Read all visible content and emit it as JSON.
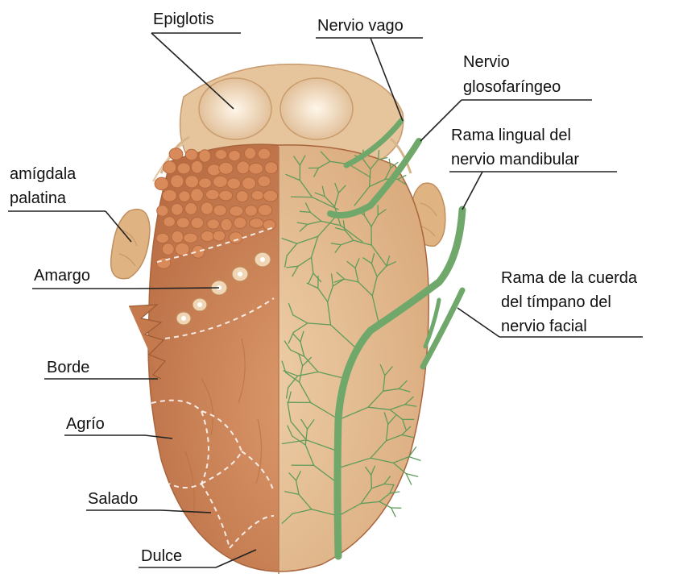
{
  "labels": {
    "epiglotis": "Epiglotis",
    "nervio_vago": "Nervio vago",
    "glosofaringeo_1": "Nervio",
    "glosofaringeo_2": "glosofaríngeo",
    "lingual_1": "Rama lingual del",
    "lingual_2": "nervio mandibular",
    "amigdala_1": "amígdala",
    "amigdala_2": "palatina",
    "amargo": "Amargo",
    "cuerda_1": "Rama de la cuerda",
    "cuerda_2": "del tímpano del",
    "cuerda_3": "nervio facial",
    "borde": "Borde",
    "agrio": "Agrío",
    "salado": "Salado",
    "dulce": "Dulce"
  },
  "colors": {
    "tongue_left": "#d08e62",
    "tongue_right": "#e7c39a",
    "papillae": "#d98a5a",
    "nerve": "#6fa86a",
    "tonsil": "#e0b482",
    "epiglottis": "#e8c9a2"
  }
}
